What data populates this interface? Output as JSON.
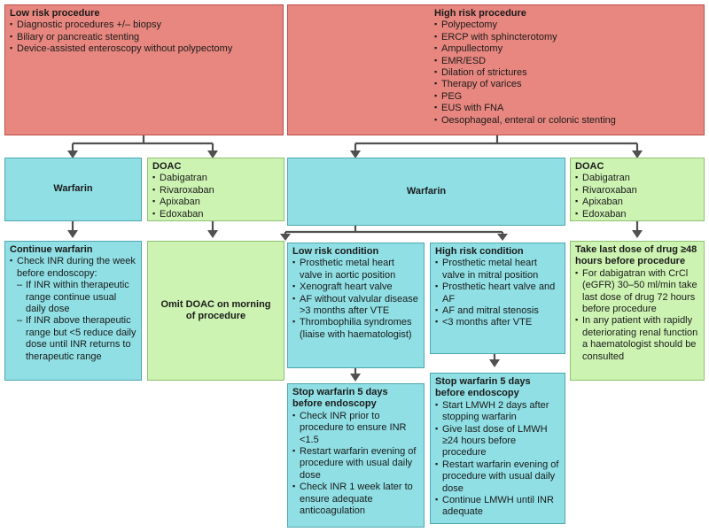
{
  "low_risk_procedure": {
    "title": "Low risk procedure",
    "items": [
      "Diagnostic procedures +/– biopsy",
      "Biliary or pancreatic stenting",
      "Device-assisted enteroscopy without polypectomy"
    ]
  },
  "high_risk_procedure": {
    "title": "High risk procedure",
    "items": [
      "Polypectomy",
      "ERCP with sphincterotomy",
      "Ampullectomy",
      "EMR/ESD",
      "Dilation of strictures",
      "Therapy of varices",
      "PEG",
      "EUS with FNA",
      "Oesophageal, enteral or colonic stenting"
    ]
  },
  "low_warfarin": {
    "label": "Warfarin"
  },
  "low_doac": {
    "title": "DOAC",
    "items": [
      "Dabigatran",
      "Rivaroxaban",
      "Apixaban",
      "Edoxaban"
    ]
  },
  "high_warfarin": {
    "label": "Warfarin"
  },
  "high_doac": {
    "title": "DOAC",
    "items": [
      "Dabigatran",
      "Rivaroxaban",
      "Apixaban",
      "Edoxaban"
    ]
  },
  "continue_warfarin": {
    "title": "Continue warfarin",
    "items": [
      "Check INR during the week before endoscopy:",
      "If INR within therapeutic range continue usual daily dose",
      "If INR above therapeutic range but <5 reduce daily dose until INR returns to therapeutic range"
    ]
  },
  "omit_doac": {
    "label": "Omit DOAC on morning of procedure"
  },
  "low_risk_condition": {
    "title": "Low risk condition",
    "items": [
      "Prosthetic metal heart valve in aortic position",
      "Xenograft heart valve",
      "AF without valvular disease >3 months after VTE",
      "Thrombophilia syndromes (liaise  with haematologist)"
    ]
  },
  "high_risk_condition": {
    "title": "High risk condition",
    "items": [
      "Prosthetic metal heart valve in mitral position",
      "Prosthetic heart valve and AF",
      "AF and mitral stenosis",
      "<3 months after VTE"
    ]
  },
  "take_last_dose": {
    "title": "Take last dose of drug ≥48 hours before procedure",
    "items": [
      "For dabigatran with CrCl (eGFR) 30–50 ml/min take last dose of drug 72 hours before procedure",
      "In any patient with rapidly deteriorating renal function a haematologist should be consulted"
    ]
  },
  "stop_warfarin_low": {
    "title": "Stop warfarin 5 days before endoscopy",
    "items": [
      "Check INR prior to procedure to ensure INR <1.5",
      "Restart warfarin evening of procedure with usual daily dose",
      "Check INR 1 week later to ensure adequate anticoagulation"
    ]
  },
  "stop_warfarin_high": {
    "title": "Stop warfarin 5 days before endoscopy",
    "items": [
      "Start LMWH 2 days after stopping warfarin",
      "Give last dose of LMWH ≥24 hours before procedure",
      "Restart warfarin evening of procedure with usual daily dose",
      "Continue LMWH until INR adequate"
    ]
  }
}
